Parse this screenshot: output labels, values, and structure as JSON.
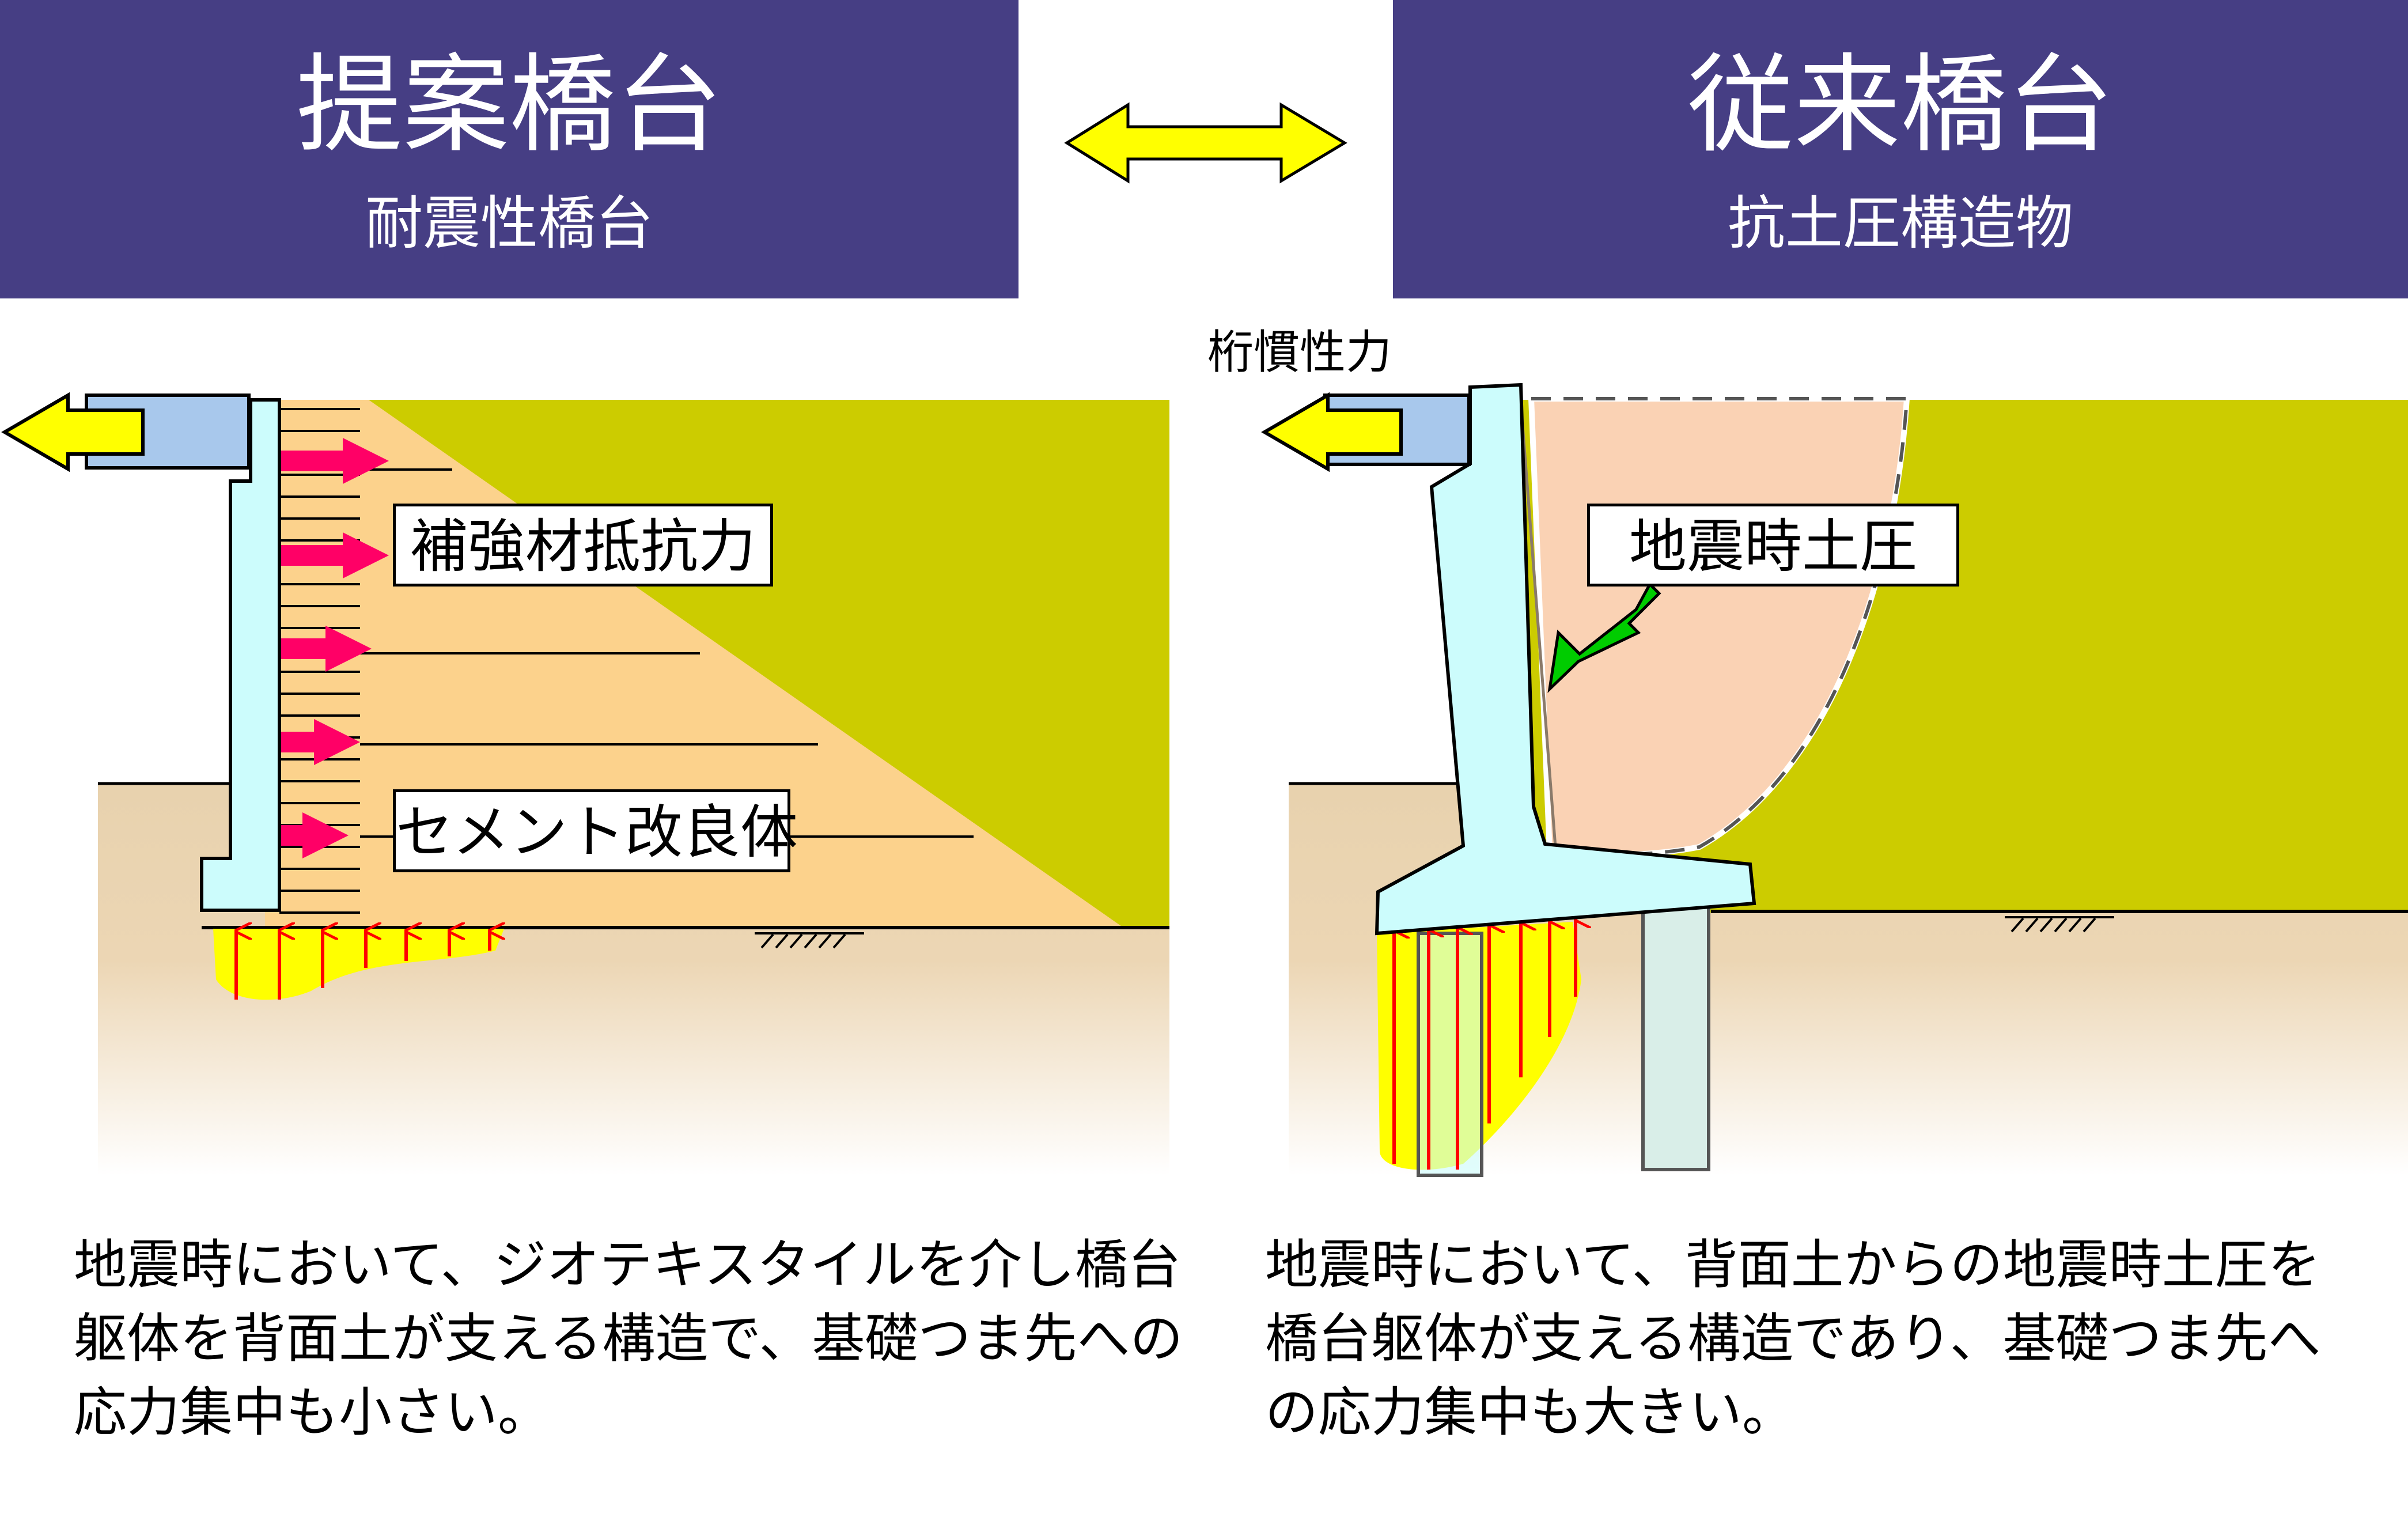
{
  "left_header": {
    "title": "提案橋台",
    "subtitle": "耐震性橋台"
  },
  "right_header": {
    "title": "従来橋台",
    "subtitle": "抗土圧構造物"
  },
  "left_diagram": {
    "labels": {
      "reinforcement": "補強材抵抗力",
      "cement": "セメント改良体"
    },
    "description": "地震時において、ジオテキスタイルを介し橋台躯体を背面土が支える構造で、基礎つま先への応力集中も小さい。"
  },
  "right_diagram": {
    "labels": {
      "inertia": "桁慣性力",
      "seismic_pressure": "地震時土圧"
    },
    "description": "地震時において、背面土からの地震時土圧を橋台躯体が支える構造であり、基礎つま先への応力集中も大きい。"
  },
  "colors": {
    "header_bg": "#463e84",
    "soil": "#e8d2ae",
    "embankment": "#cccc00",
    "reinforced_zone": "#fcd28c",
    "wedge": "#fad2b4",
    "abutment": "#ccfcfc",
    "girder": "#a8c8ec",
    "force_arrow": "#ff0066",
    "inertia_arrow": "#ffff00",
    "pressure_arrow": "#00cc00",
    "stress": "#ffff00"
  }
}
